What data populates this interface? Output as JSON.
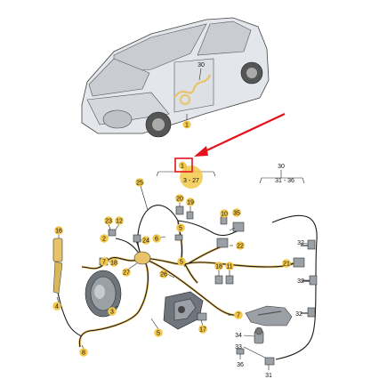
{
  "callouts": {
    "c1_car": "1",
    "c30_car": "30",
    "c1": "1",
    "range_3_27": "3 - 27",
    "c25": "25",
    "c20": "20",
    "c19": "19",
    "c23": "23",
    "c12": "12",
    "c2": "2",
    "c24": "24",
    "c6": "6",
    "c5a": "5",
    "c10": "10",
    "c35": "35",
    "c22": "22",
    "c16": "16",
    "c7a": "7",
    "c18a": "18",
    "c27": "27",
    "c5b": "5",
    "c18b": "18",
    "c11": "11",
    "c26": "26",
    "c4": "4",
    "c3": "3",
    "c5c": "5",
    "c17": "17",
    "c7b": "7",
    "c8": "8",
    "c30": "30",
    "range_31_36": "31 - 36",
    "c32a": "32",
    "c21": "21",
    "c32b": "32",
    "c32c": "32",
    "c34": "34",
    "c33": "33",
    "c36": "36",
    "c31": "31"
  },
  "colors": {
    "highlight_frame": "#e5121b",
    "arrow": "#e5121b",
    "callout_bubble": "#f3c84a",
    "wire": "#1a1a1a",
    "wire_highlight": "#e9c36a"
  }
}
